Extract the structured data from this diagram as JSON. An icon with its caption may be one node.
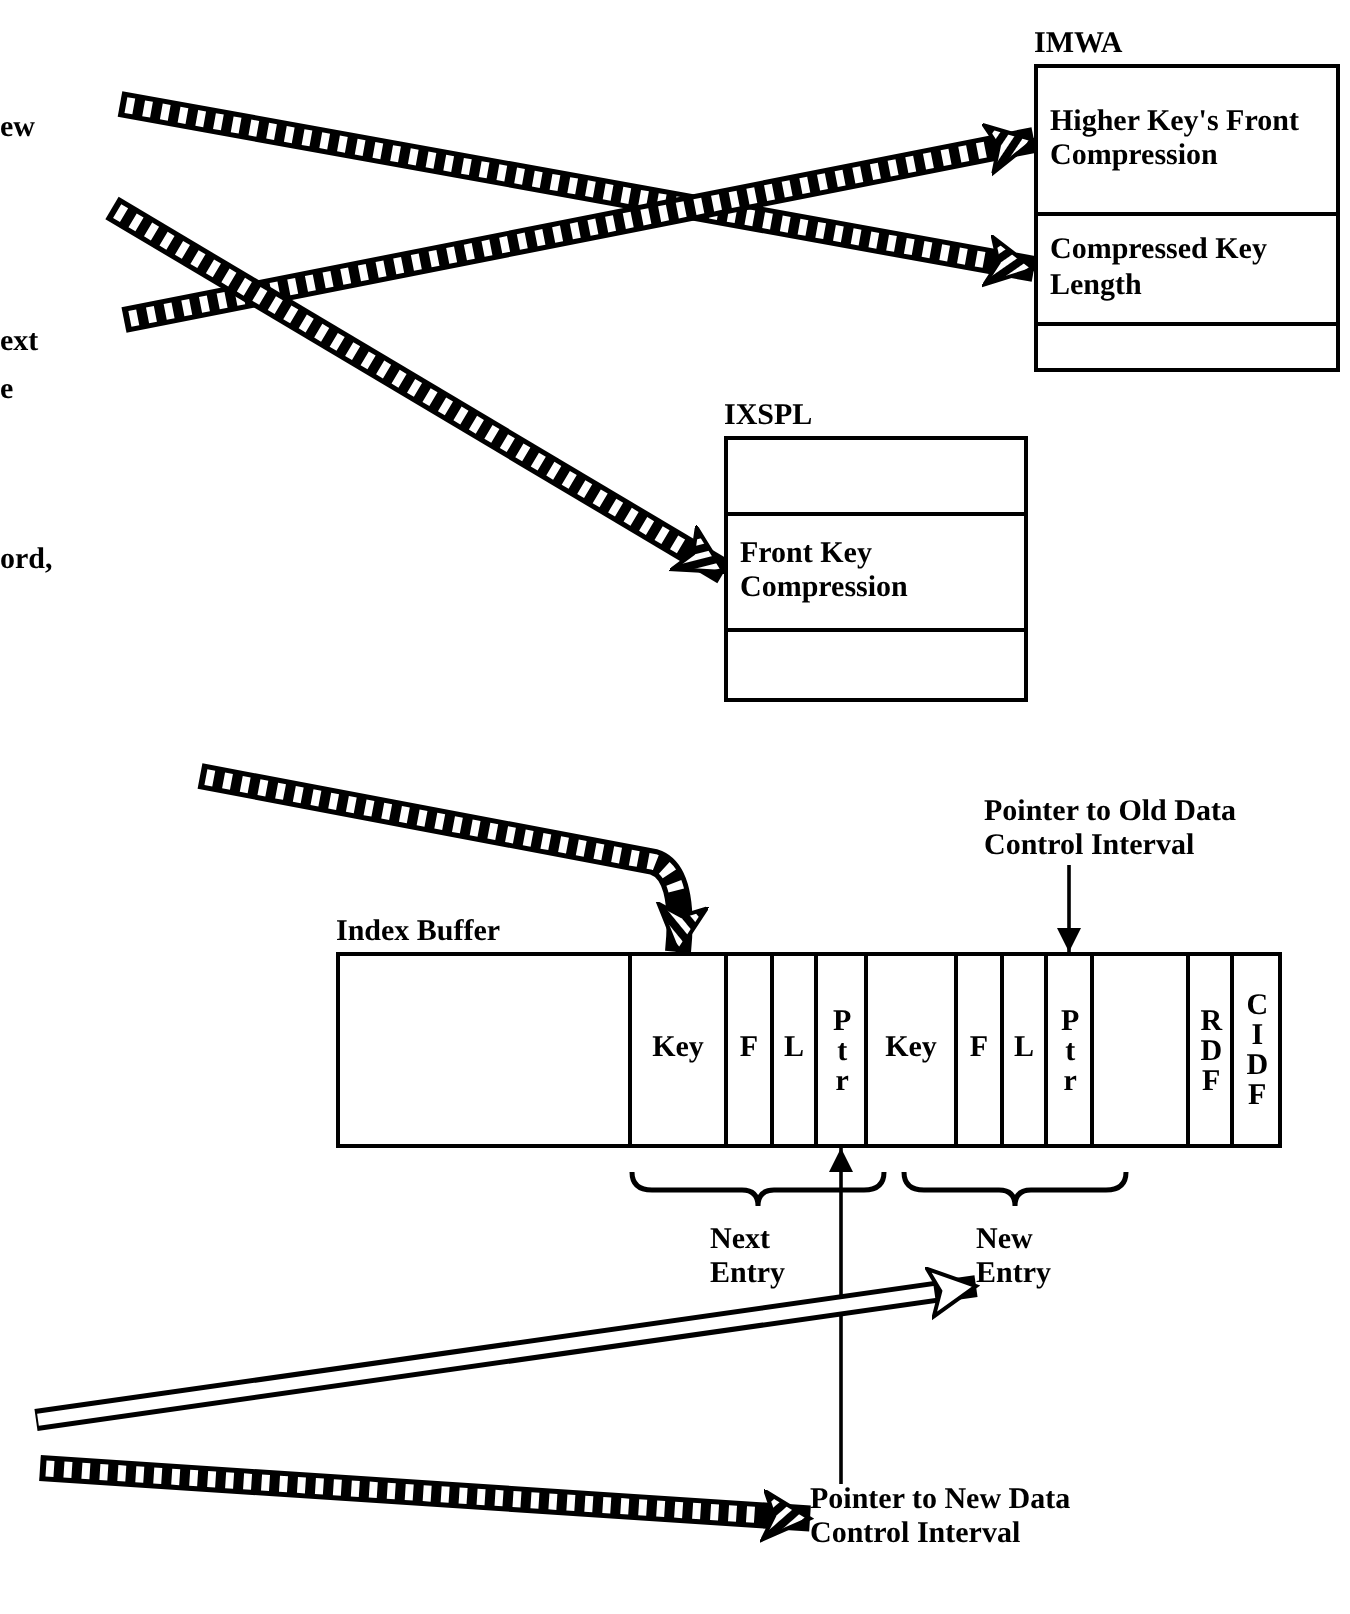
{
  "diagram": {
    "nodes": [
      {
        "text": [
          "IMWA"
        ]
      },
      {
        "text": [
          "Higher Key's Front Compression"
        ],
        "in": 0
      },
      {
        "text": [
          "Compressed Key Length"
        ],
        "in": 0
      },
      {
        "text": [],
        "shape": "box",
        "in": 0
      },
      {
        "text": [
          "IXSPL"
        ]
      },
      {
        "text": [],
        "shape": "box",
        "in": 4
      },
      {
        "text": [
          "Front Key Compression"
        ],
        "in": 4
      },
      {
        "text": [],
        "shape": "box",
        "in": 4
      },
      {
        "text": [
          "Index Buffer"
        ]
      },
      {
        "text": [],
        "shape": "box",
        "in": 8
      },
      {
        "text": [
          "Key"
        ],
        "in": 8
      },
      {
        "text": [
          "F"
        ],
        "in": 8
      },
      {
        "text": [
          "L"
        ],
        "in": 8
      },
      {
        "text": [
          "Ptr"
        ],
        "in": 8
      },
      {
        "text": [
          "Key"
        ],
        "in": 8
      },
      {
        "text": [
          "F"
        ],
        "in": 8
      },
      {
        "text": [
          "L"
        ],
        "in": 8
      },
      {
        "text": [
          "Ptr"
        ],
        "in": 8
      },
      {
        "text": [],
        "shape": "box",
        "in": 8
      },
      {
        "text": [
          "RDF"
        ],
        "in": 8
      },
      {
        "text": [
          "CIDF"
        ],
        "in": 8
      },
      {
        "text": [
          "Pointer to Old Data Control Interval"
        ]
      },
      {
        "text": [
          "New Entry"
        ]
      },
      {
        "text": [
          "Pointer to New Data Control Interval"
        ]
      }
    ],
    "edges": [
      {
        "from": null,
        "to": 2,
        "arrow": "to"
      },
      {
        "from": null,
        "to": 1,
        "arrow": "to"
      },
      {
        "from": null,
        "to": 6,
        "arrow": "to"
      },
      {
        "from": null,
        "to": 10,
        "arrow": "to"
      },
      {
        "from": 21,
        "to": 17,
        "arrow": "to"
      },
      {
        "from": 23,
        "to": 13,
        "arrow": "to"
      },
      {
        "from": null,
        "to": 22,
        "arrow": "to"
      },
      {
        "from": null,
        "to": 23,
        "arrow": "to"
      }
    ],
    "labels": [
      "ew",
      "ext",
      "e",
      "ord,",
      "Next Entry"
    ]
  }
}
